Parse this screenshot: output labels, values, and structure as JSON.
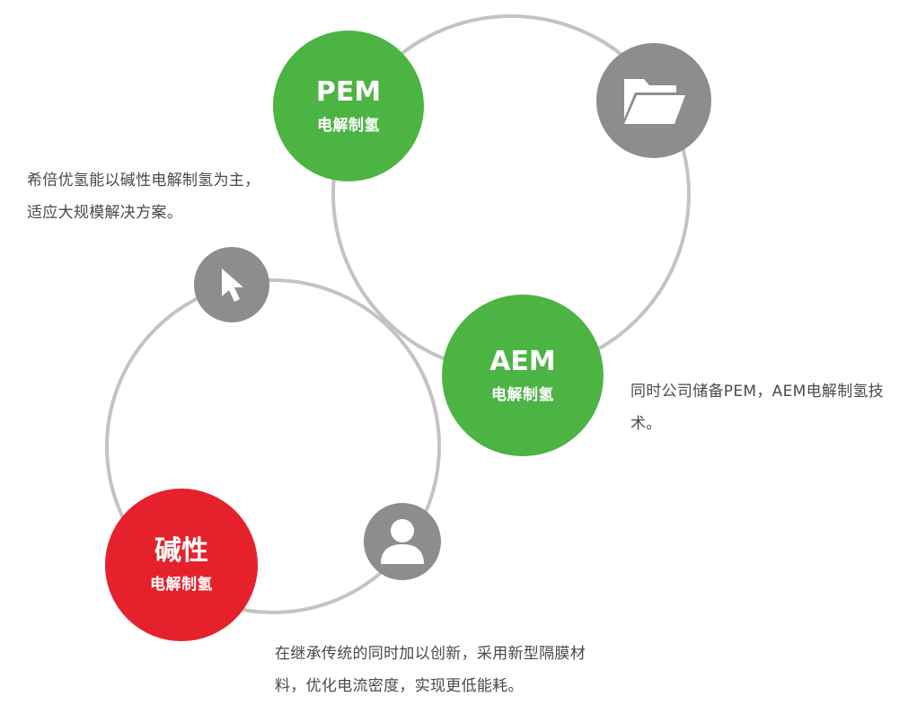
{
  "nodes": {
    "pem": {
      "title": "PEM",
      "subtitle": "电解制氢",
      "color": "#4bb442"
    },
    "aem": {
      "title": "AEM",
      "subtitle": "电解制氢",
      "color": "#4bb442"
    },
    "alkaline": {
      "title": "碱性",
      "subtitle": "电解制氢",
      "color": "#e5222b"
    }
  },
  "icons": {
    "folder": "folder-icon",
    "cursor": "cursor-icon",
    "user": "user-icon",
    "icon_color": "#8e8d8e"
  },
  "descriptions": {
    "left": "希倍优氢能以碱性电解制氢为主，适应大规模解决方案。",
    "right": "同时公司储备PEM，AEM电解制氢技术。",
    "bottom": "在继承传统的同时加以创新，采用新型隔膜材料，优化电流密度，实现更低能耗。"
  },
  "ring_color": "#c3c3c3"
}
